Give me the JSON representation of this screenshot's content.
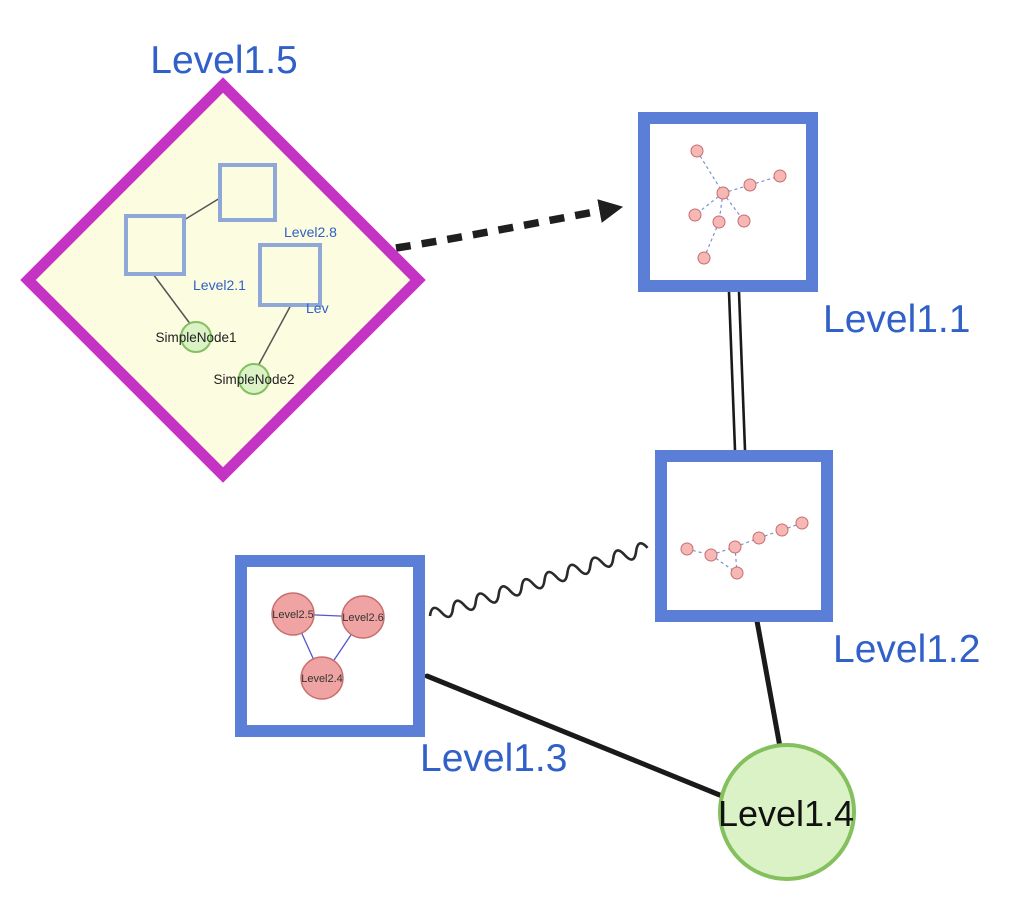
{
  "colors": {
    "label-blue": "#3060c8",
    "node-border-blue": "#5b7fd6",
    "inner-border-blue": "#8fa8d8",
    "diamond-magenta": "#c433c4",
    "diamond-fill": "#fbfce0",
    "green-fill": "#daf2c6",
    "green-border": "#84c05e",
    "pink-fill": "#f0a3a3",
    "pink-border": "#c76e6e",
    "mini-pink-fill": "#f6b7b5",
    "mini-edge-blue": "#8090d0"
  },
  "nodes": {
    "level15": {
      "label": "Level1.5",
      "type": "group-diamond"
    },
    "level11": {
      "label": "Level1.1",
      "type": "group-square"
    },
    "level12": {
      "label": "Level1.2",
      "type": "group-square"
    },
    "level13": {
      "label": "Level1.3",
      "type": "group-square"
    },
    "level14": {
      "label": "Level1.4",
      "type": "simple-circle"
    }
  },
  "level15_children": {
    "level28": {
      "label": "Level2.8"
    },
    "level21": {
      "label": "Level2.1"
    },
    "lev": {
      "label": "Lev"
    },
    "simplenode1": {
      "label": "SimpleNode1"
    },
    "simplenode2": {
      "label": "SimpleNode2"
    }
  },
  "level13_children": {
    "level25": {
      "label": "Level2.5"
    },
    "level26": {
      "label": "Level2.6"
    },
    "level24": {
      "label": "Level2.4"
    }
  },
  "edges": [
    {
      "from": "Level1.5",
      "to": "Level1.1",
      "style": "thick-dashed-arrow"
    },
    {
      "from": "Level1.1",
      "to": "Level1.2",
      "style": "double-line"
    },
    {
      "from": "Level1.3",
      "to": "Level1.2",
      "style": "wavy"
    },
    {
      "from": "Level1.3",
      "to": "Level1.4",
      "style": "solid"
    },
    {
      "from": "Level1.2",
      "to": "Level1.4",
      "style": "solid"
    }
  ],
  "level15_edges": [
    {
      "from": "Level2.1",
      "to": "Level2.8"
    },
    {
      "from": "Level2.1",
      "to": "SimpleNode1"
    },
    {
      "from": "Lev",
      "to": "SimpleNode2"
    }
  ],
  "level13_edges": [
    {
      "from": "Level2.5",
      "to": "Level2.6"
    },
    {
      "from": "Level2.5",
      "to": "Level2.4"
    },
    {
      "from": "Level2.6",
      "to": "Level2.4"
    }
  ]
}
